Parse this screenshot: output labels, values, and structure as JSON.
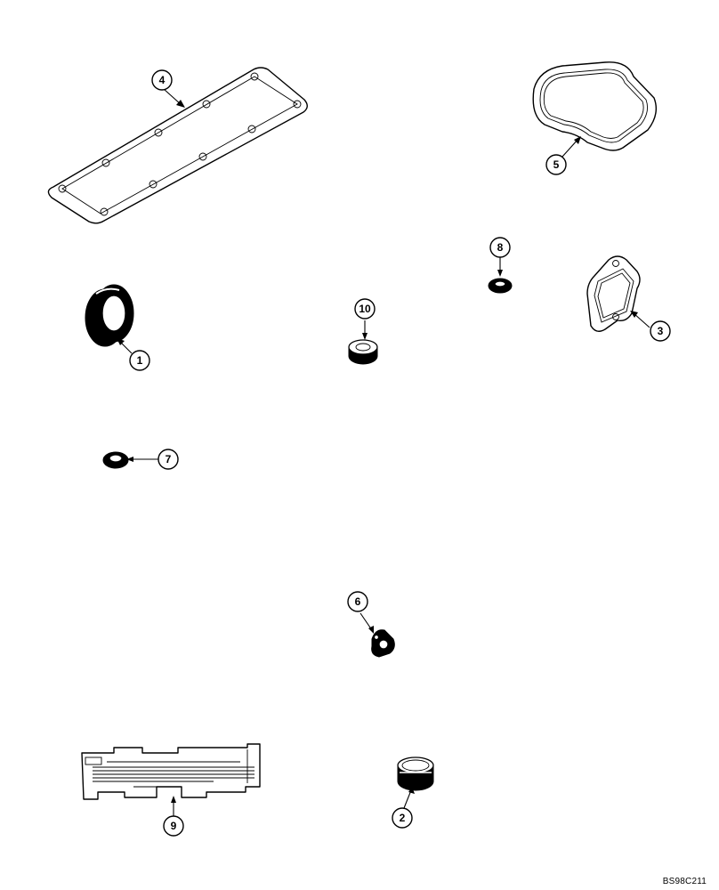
{
  "callouts": [
    {
      "number": "1"
    },
    {
      "number": "2"
    },
    {
      "number": "3"
    },
    {
      "number": "4"
    },
    {
      "number": "5"
    },
    {
      "number": "6"
    },
    {
      "number": "7"
    },
    {
      "number": "8"
    },
    {
      "number": "9"
    },
    {
      "number": "10"
    }
  ],
  "reference_code": "BS98C211",
  "icons": [
    "flat-gasket",
    "rectangular-gasket",
    "oil-seal",
    "washer",
    "grommet",
    "plug",
    "plug-cap",
    "small-flange-gasket",
    "hose-clamp",
    "cylinder-liner-gauge"
  ]
}
